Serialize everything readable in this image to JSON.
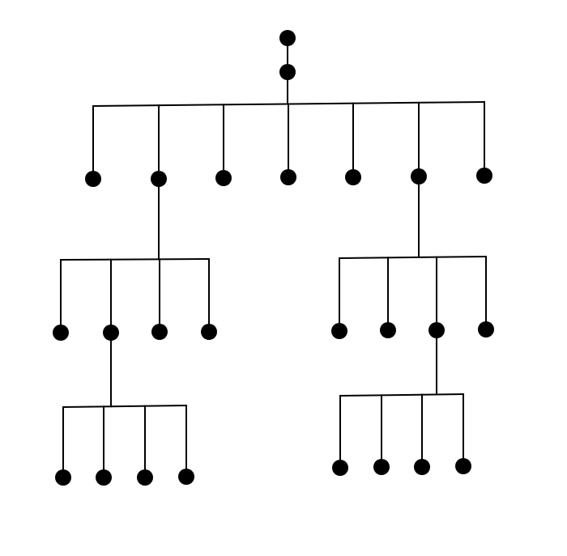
{
  "diagram": {
    "type": "tree",
    "colors": {
      "node": "#000000",
      "edge": "#000000",
      "background": "#ffffff"
    },
    "nodes": [
      {
        "id": "n0",
        "parent": null
      },
      {
        "id": "n1",
        "parent": "n0"
      },
      {
        "id": "n2",
        "parent": "n1"
      },
      {
        "id": "n3",
        "parent": "n1"
      },
      {
        "id": "n4",
        "parent": "n1"
      },
      {
        "id": "n5",
        "parent": "n1"
      },
      {
        "id": "n6",
        "parent": "n1"
      },
      {
        "id": "n7",
        "parent": "n1"
      },
      {
        "id": "n8",
        "parent": "n1"
      },
      {
        "id": "n9",
        "parent": "n3"
      },
      {
        "id": "n10",
        "parent": "n3"
      },
      {
        "id": "n11",
        "parent": "n3"
      },
      {
        "id": "n12",
        "parent": "n3"
      },
      {
        "id": "n13",
        "parent": "n7"
      },
      {
        "id": "n14",
        "parent": "n7"
      },
      {
        "id": "n15",
        "parent": "n7"
      },
      {
        "id": "n16",
        "parent": "n7"
      },
      {
        "id": "n17",
        "parent": "n10"
      },
      {
        "id": "n18",
        "parent": "n10"
      },
      {
        "id": "n19",
        "parent": "n10"
      },
      {
        "id": "n20",
        "parent": "n10"
      },
      {
        "id": "n21",
        "parent": "n15"
      },
      {
        "id": "n22",
        "parent": "n15"
      },
      {
        "id": "n23",
        "parent": "n15"
      },
      {
        "id": "n24",
        "parent": "n15"
      }
    ]
  }
}
